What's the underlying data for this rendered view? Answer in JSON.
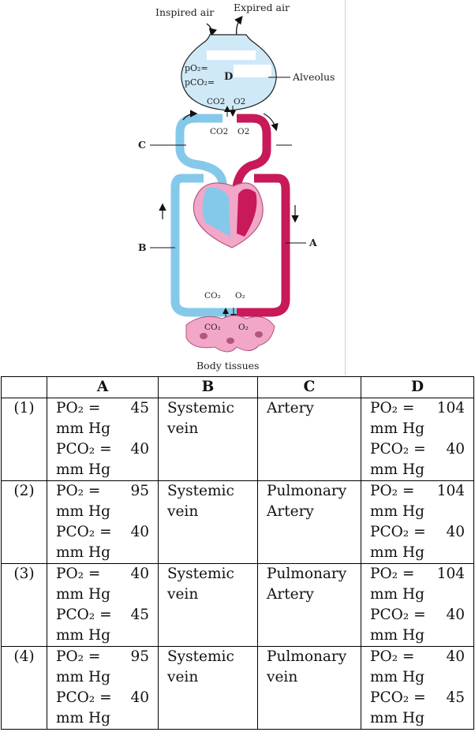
{
  "figure": {
    "inspired_label": "Inspired air",
    "expired_label": "Expired air",
    "po2_label": "pO₂=",
    "pco2_label": "pCO₂=",
    "d_label": "D",
    "alveolus_label": "Alveolus",
    "co2_top": "CO2",
    "o2_top": "O2",
    "co2_top2": "CO2",
    "o2_top2": "O2",
    "c_label": "C",
    "b_label": "B",
    "a_label": "A",
    "co2_bottom": "CO₂",
    "o2_bottom": "O₂",
    "co2_bottom2": "CO₂",
    "o2_bottom2": "O₂",
    "body_label": "Body tissues",
    "colors": {
      "deoxygenated": "#85c9ea",
      "oxygenated": "#c8195a",
      "tissue": "#f2a7c9",
      "alveolus": "#cfe9f7"
    }
  },
  "table": {
    "headers": [
      "",
      "A",
      "B",
      "C",
      "D"
    ],
    "rows": [
      {
        "num": "(1)",
        "a": {
          "po2": "PO₂  =",
          "po2_val": "45",
          "po2_unit": "mm Hg",
          "pco2": "PCO₂  =",
          "pco2_val": "40",
          "pco2_unit": "mm Hg"
        },
        "b": "Systemic vein",
        "c": "Artery",
        "d": {
          "po2": "PO₂  =",
          "po2_val": "104",
          "po2_unit": "mm Hg",
          "pco2": "PCO₂  =",
          "pco2_val": "40",
          "pco2_unit": "mm Hg"
        }
      },
      {
        "num": "(2)",
        "a": {
          "po2": "PO₂  =",
          "po2_val": "95",
          "po2_unit": "mm Hg",
          "pco2": "PCO₂  =",
          "pco2_val": "40",
          "pco2_unit": "mm Hg"
        },
        "b": "Systemic vein",
        "c": "Pulmonary Artery",
        "d": {
          "po2": "PO₂  =",
          "po2_val": "104",
          "po2_unit": "mm Hg",
          "pco2": "PCO₂  =",
          "pco2_val": "40",
          "pco2_unit": "mm Hg"
        }
      },
      {
        "num": "(3)",
        "a": {
          "po2": "PO₂  =",
          "po2_val": "40",
          "po2_unit": "mm Hg",
          "pco2": "PCO₂  =",
          "pco2_val": "45",
          "pco2_unit": "mm Hg"
        },
        "b": "Systemic vein",
        "c": "Pulmonary Artery",
        "d": {
          "po2": "PO₂  =",
          "po2_val": "104",
          "po2_unit": "mm Hg",
          "pco2": "PCO₂  =",
          "pco2_val": "40",
          "pco2_unit": "mm Hg"
        }
      },
      {
        "num": "(4)",
        "a": {
          "po2": "PO₂  =",
          "po2_val": "95",
          "po2_unit": "mm Hg",
          "pco2": "PCO₂  =",
          "pco2_val": "40",
          "pco2_unit": "mm Hg"
        },
        "b": "Systemic vein",
        "c": "Pulmonary vein",
        "d": {
          "po2": "PO₂  =",
          "po2_val": "40",
          "po2_unit": "mm Hg",
          "pco2": "PCO₂  =",
          "pco2_val": "45",
          "pco2_unit": "mm Hg"
        }
      }
    ]
  }
}
